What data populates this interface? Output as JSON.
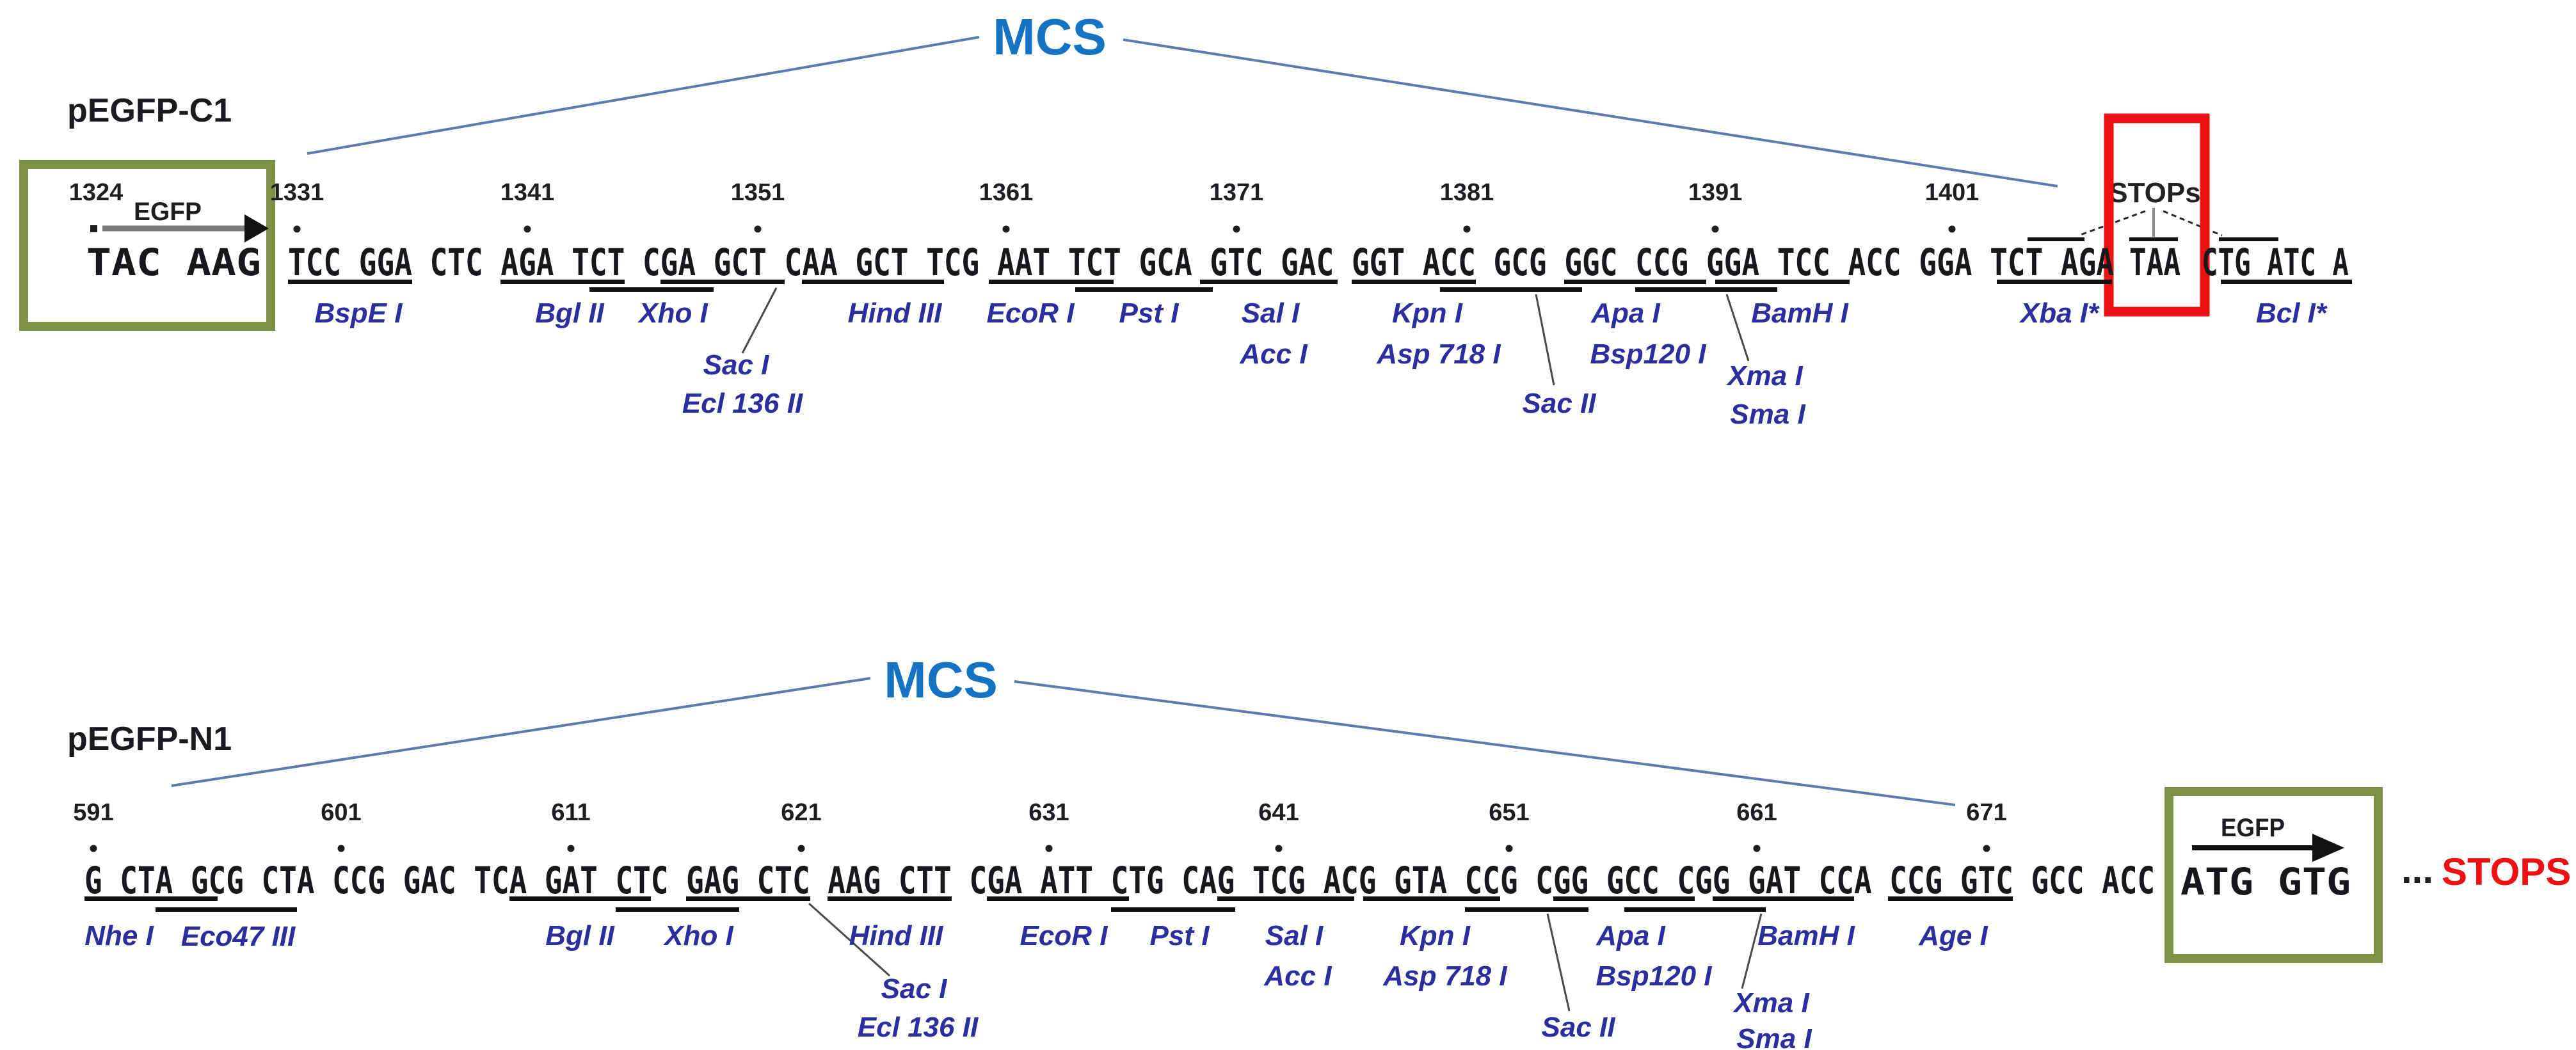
{
  "figure": {
    "c1": {
      "title": "pEGFP-C1",
      "mcs_label": "MCS",
      "egfp_label": "EGFP",
      "stops_label": "STOPs",
      "start_number": "1324",
      "seq_box": "TAC AAG",
      "seq_main": "TCC GGA CTC AGA TCT CGA GCT CAA GCT TCG AAT TCT GCA GTC GAC GGT ACC GCG GGC CCG GGA TCC ACC GGA TCT AGA",
      "seq_stop_codon": "TAA",
      "seq_tail": "CTG ATC A",
      "numbers": [
        "1331",
        "1341",
        "1351",
        "1361",
        "1371",
        "1381",
        "1391",
        "1401"
      ],
      "enzymes": {
        "bspei": "BspE I",
        "bglii": "Bgl II",
        "xhoi": "Xho I",
        "saci": "Sac I",
        "ecl136ii": "Ecl 136 II",
        "hindiii": "Hind III",
        "ecori": "EcoR I",
        "psti": "Pst I",
        "sali": "Sal I",
        "acci": "Acc I",
        "kpni": "Kpn I",
        "asp718i": "Asp 718 I",
        "sacii": "Sac II",
        "apai": "Apa I",
        "bsp120i": "Bsp120 I",
        "xmai": "Xma I",
        "smai": "Sma I",
        "bamhi": "BamH I",
        "xbai": "Xba I*",
        "bcli": "Bcl I*"
      }
    },
    "n1": {
      "title": "pEGFP-N1",
      "mcs_label": "MCS",
      "egfp_label": "EGFP",
      "stops_ellipsis": "...",
      "stops_label": "STOPS",
      "seq_main": "G CTA GCG CTA CCG GAC TCA GAT CTC GAG CTC AAG CTT CGA ATT CTG CAG TCG ACG GTA CCG CGG GCC CGG GAT CCA CCG GTC GCC ACC",
      "seq_box": "ATG GTG",
      "numbers": [
        "591",
        "601",
        "611",
        "621",
        "631",
        "641",
        "651",
        "661",
        "671"
      ],
      "enzymes": {
        "nhei": "Nhe I",
        "eco47iii": "Eco47 III",
        "bglii": "Bgl II",
        "xhoi": "Xho I",
        "saci": "Sac I",
        "ecl136ii": "Ecl 136 II",
        "hindiii": "Hind III",
        "ecori": "EcoR I",
        "psti": "Pst I",
        "sali": "Sal I",
        "acci": "Acc I",
        "kpni": "Kpn I",
        "asp718i": "Asp 718 I",
        "sacii": "Sac II",
        "apai": "Apa I",
        "bsp120i": "Bsp120 I",
        "xmai": "Xma I",
        "smai": "Sma I",
        "bamhi": "BamH I",
        "agei": "Age I"
      }
    },
    "colors": {
      "accent_blue": "#1573c4",
      "enzyme_blue": "#2b2e9e",
      "box_green": "#7e9045",
      "box_red": "#ee1111",
      "stops_red": "#ee1111"
    }
  }
}
